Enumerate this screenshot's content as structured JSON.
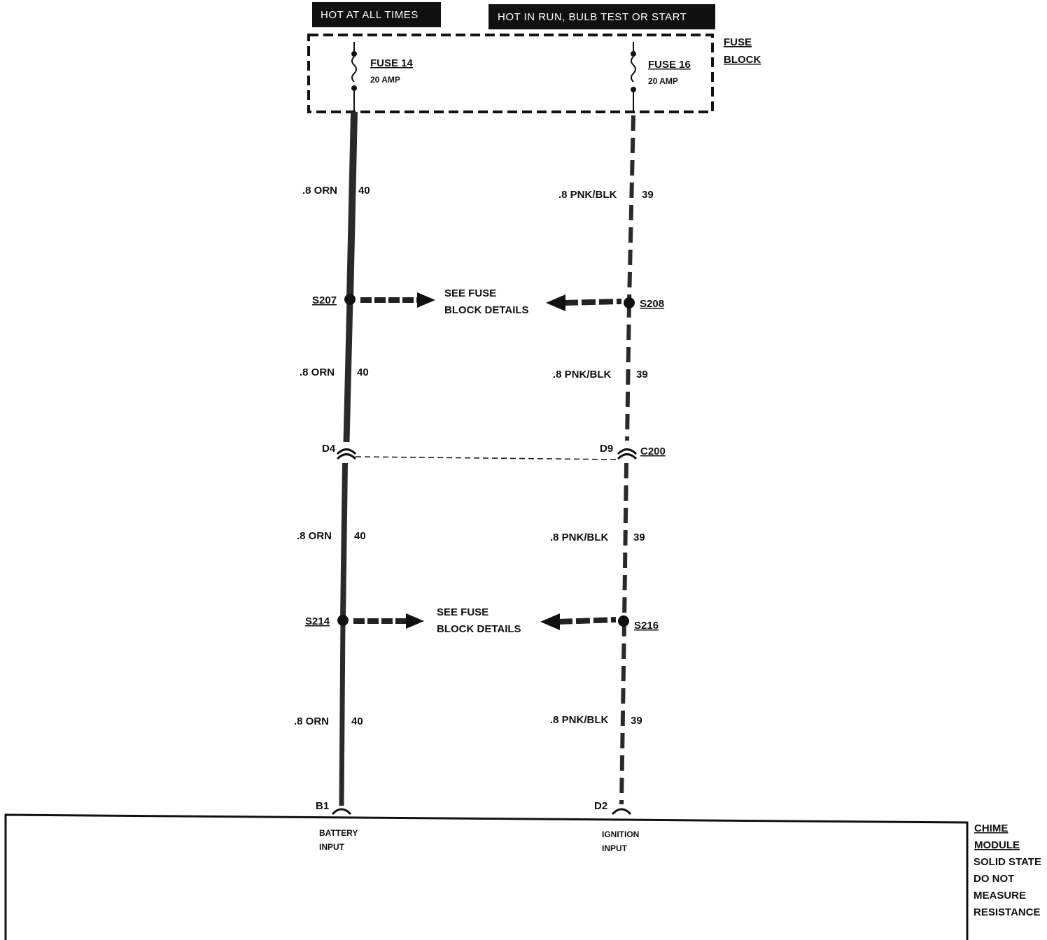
{
  "headers": {
    "left": "HOT AT ALL TIMES",
    "right": "HOT IN RUN, BULB TEST OR START"
  },
  "fuse_block": {
    "label_line1": "FUSE",
    "label_line2": "BLOCK",
    "fuse_left": {
      "name": "FUSE 14",
      "rating": "20 AMP"
    },
    "fuse_right": {
      "name": "FUSE 16",
      "rating": "20 AMP"
    }
  },
  "left_circuit": {
    "wire_label": ".8 ORN",
    "circuit_number": "40",
    "splice_top": "S207",
    "splice_bottom": "S214",
    "connector_pin": "D4",
    "module_pin": "B1",
    "module_input_line1": "BATTERY",
    "module_input_line2": "INPUT"
  },
  "right_circuit": {
    "wire_label": ".8 PNK/BLK",
    "circuit_number": "39",
    "splice_top": "S208",
    "splice_bottom": "S216",
    "connector_pin": "D9",
    "connector_name": "C200",
    "module_pin": "D2",
    "module_input_line1": "IGNITION",
    "module_input_line2": "INPUT"
  },
  "see_fuse_details": {
    "line1": "SEE FUSE",
    "line2": "BLOCK DETAILS"
  },
  "module": {
    "name_line1": "CHIME",
    "name_line2": "MODULE",
    "note_line1": "SOLID STATE",
    "note_line2": "DO NOT",
    "note_line3": "MEASURE",
    "note_line4": "RESISTANCE"
  }
}
